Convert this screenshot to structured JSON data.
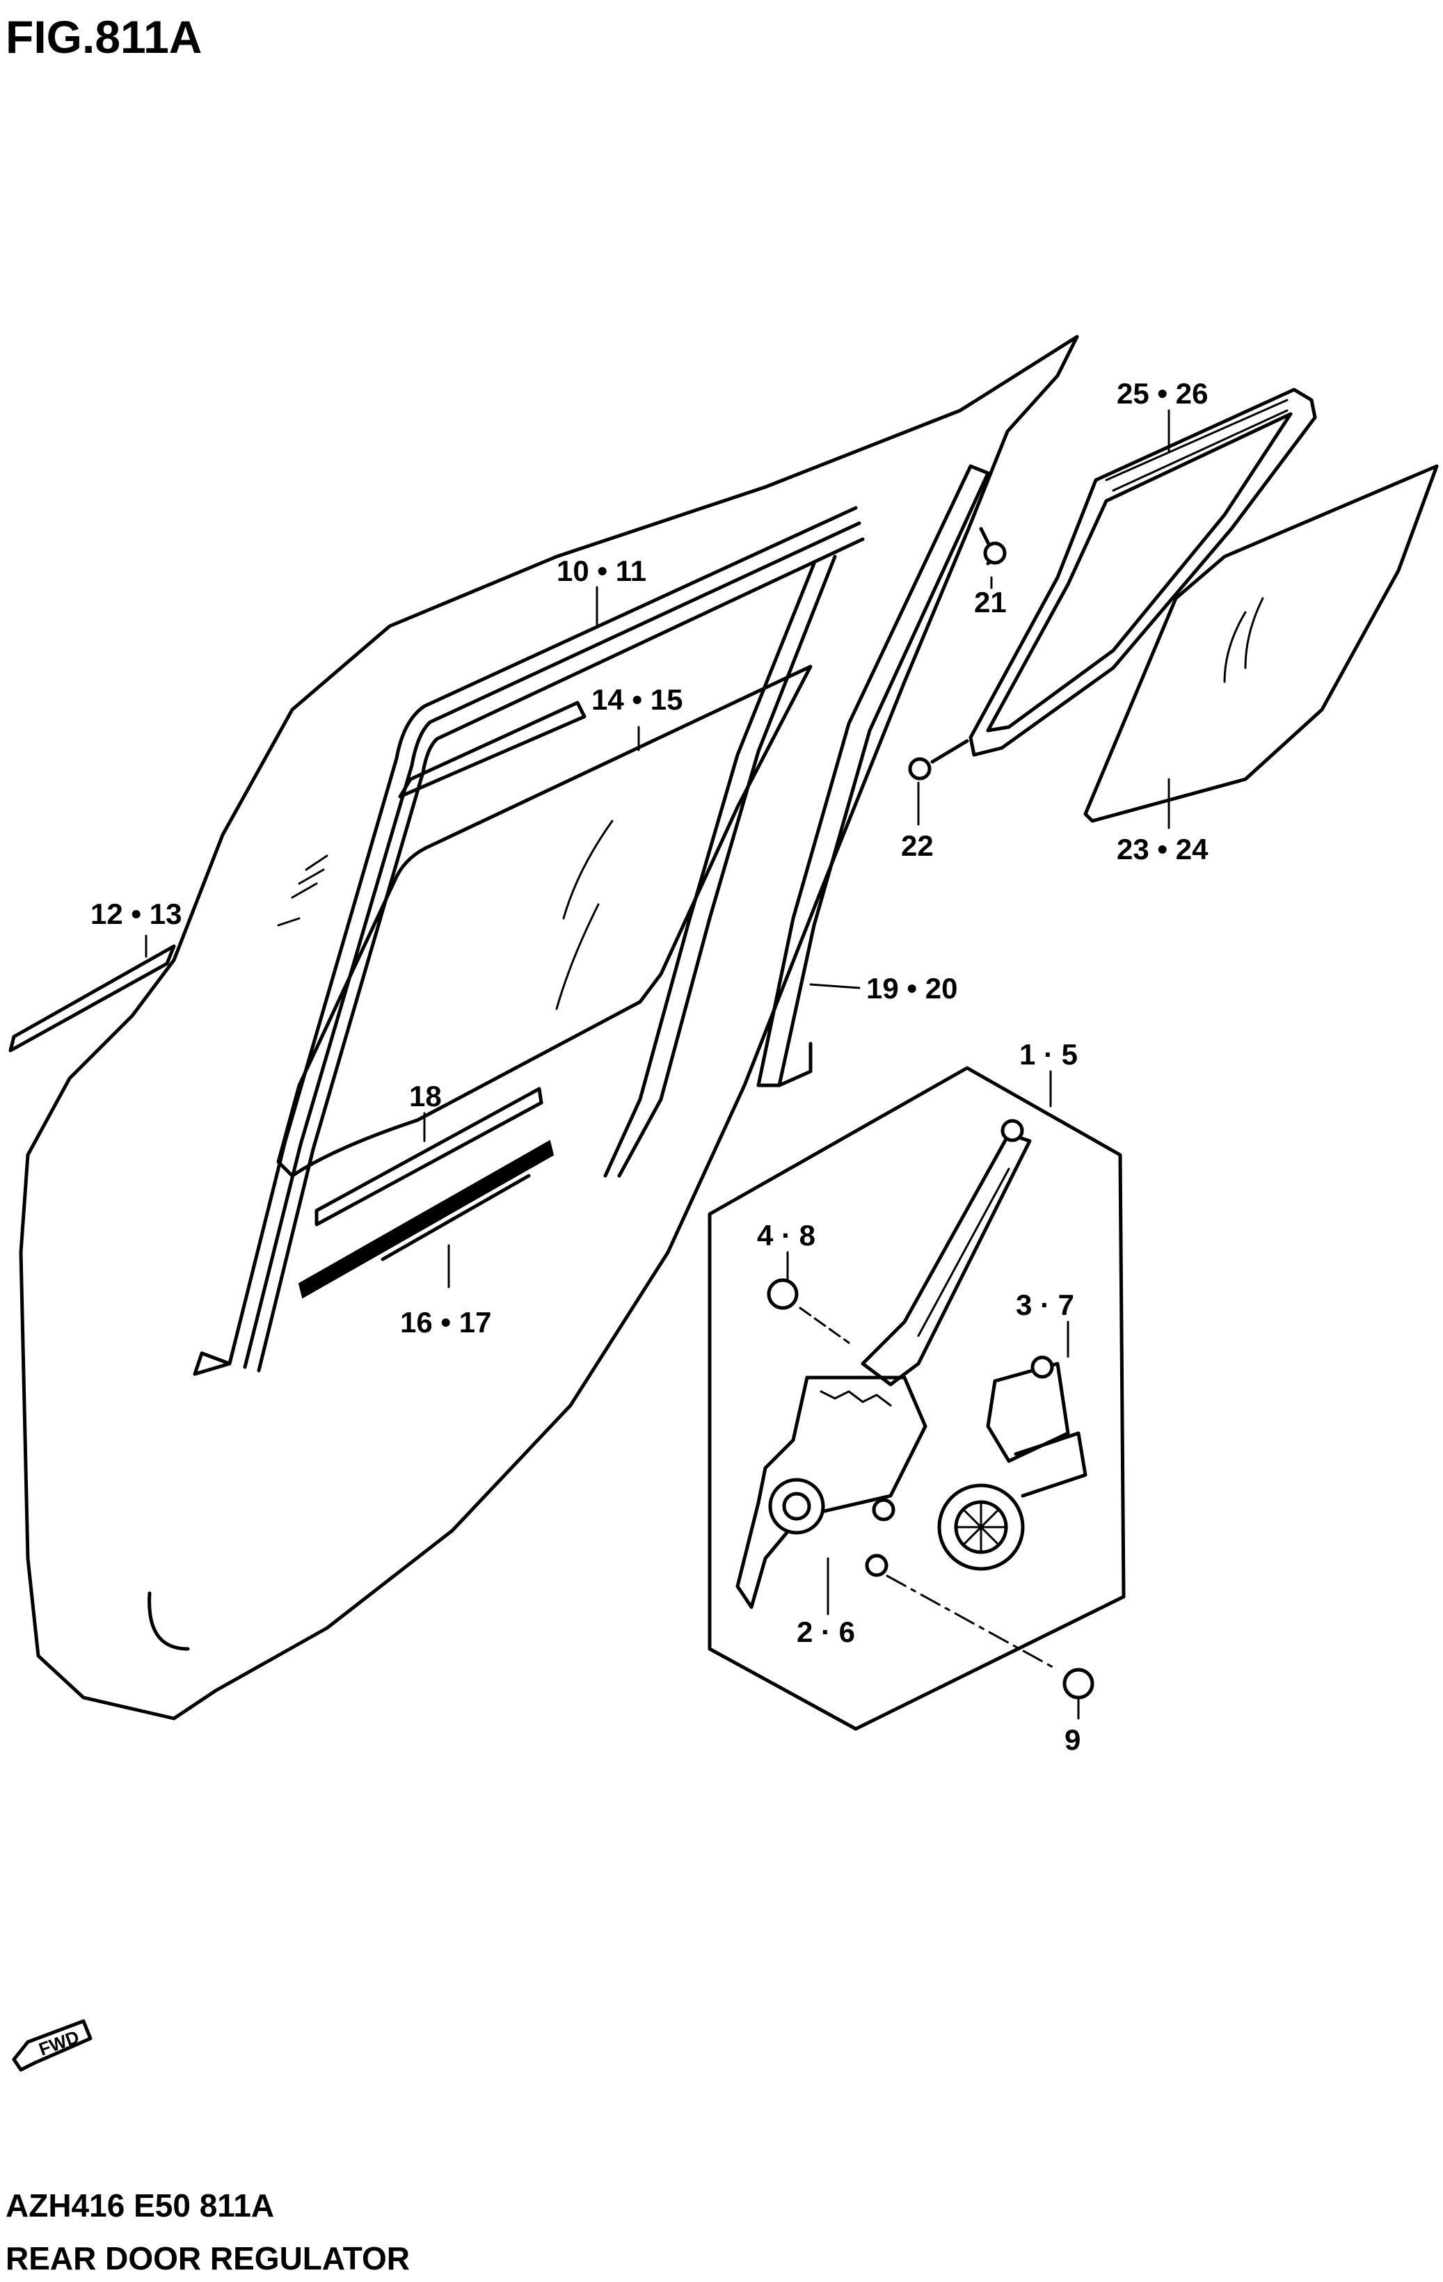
{
  "figure_title": "FIG.811A",
  "footer": {
    "code": "AZH416 E50 811A",
    "name": "REAR DOOR REGULATOR"
  },
  "fwd_label": "FWD",
  "callouts": [
    {
      "id": "10-11",
      "text": "10 • 11"
    },
    {
      "id": "14-15",
      "text": "14 • 15"
    },
    {
      "id": "12-13",
      "text": "12 • 13"
    },
    {
      "id": "18",
      "text": "18"
    },
    {
      "id": "16-17",
      "text": "16 • 17"
    },
    {
      "id": "19-20",
      "text": "19 • 20"
    },
    {
      "id": "21",
      "text": "21"
    },
    {
      "id": "22",
      "text": "22"
    },
    {
      "id": "25-26",
      "text": "25 • 26"
    },
    {
      "id": "23-24",
      "text": "23 • 24"
    },
    {
      "id": "1-5",
      "text": "1 · 5"
    },
    {
      "id": "4-8",
      "text": "4 · 8"
    },
    {
      "id": "3-7",
      "text": "3 · 7"
    },
    {
      "id": "2-6",
      "text": "2 · 6"
    },
    {
      "id": "9",
      "text": "9"
    }
  ]
}
